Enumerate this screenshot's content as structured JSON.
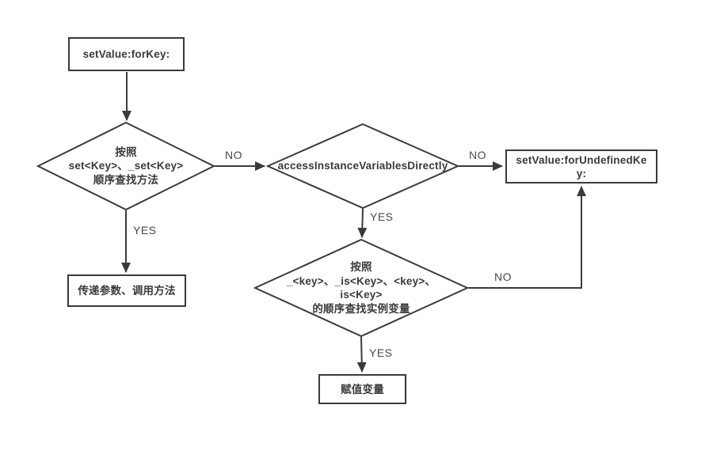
{
  "nodes": {
    "start": {
      "label": "setValue:forKey:"
    },
    "method_lookup": {
      "lines": [
        "按照",
        "set<Key>、_set<Key>",
        "顺序查找方法"
      ]
    },
    "access_check": {
      "label": "accessInstanceVariablesDirectly"
    },
    "undefined_key": {
      "label": "setValue:forUndefinedKey:"
    },
    "call_method": {
      "label": "传递参数、调用方法"
    },
    "ivar_lookup": {
      "lines": [
        "按照",
        "_<key>、_is<Key>、<key>、",
        "is<Key>",
        "的顺序查找实例变量"
      ]
    },
    "assign_var": {
      "label": "赋值变量"
    }
  },
  "edges": {
    "d1_no": "NO",
    "d1_yes": "YES",
    "d2_no": "NO",
    "d2_yes": "YES",
    "d3_no": "NO",
    "d3_yes": "YES"
  },
  "colors": {
    "line": "#3a3a3a",
    "node_text": "#3a3a3a",
    "edge_label_text": "#4a4a4a",
    "background": "#ffffff"
  }
}
